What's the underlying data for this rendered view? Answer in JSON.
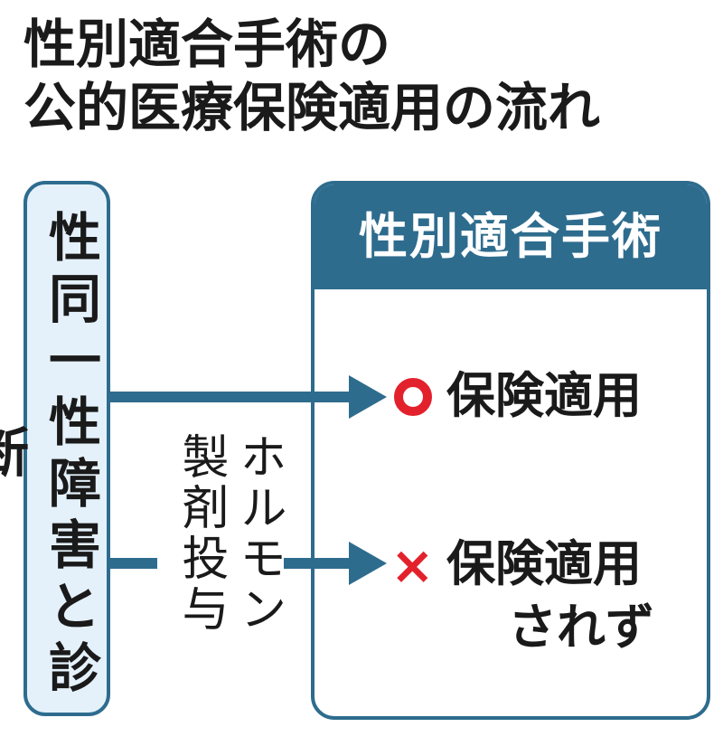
{
  "title": {
    "line1": "性別適合手術の",
    "line2": "公的医療保険適用の流れ"
  },
  "left_box": {
    "label": "性同一性障害と診断"
  },
  "right_box": {
    "header": "性別適合手術"
  },
  "middle": {
    "hormone_line1": "ホルモン",
    "hormone_line2": "製剤投与"
  },
  "outcomes": {
    "covered": "保険適用",
    "not_covered_line1": "保険適用",
    "not_covered_line2": "されず",
    "covered_mark": "circle-mark",
    "not_covered_mark": "×"
  },
  "colors": {
    "accent": "#2e6c8e",
    "mark": "#e3212c",
    "left_fill": "#e4f1fb"
  }
}
